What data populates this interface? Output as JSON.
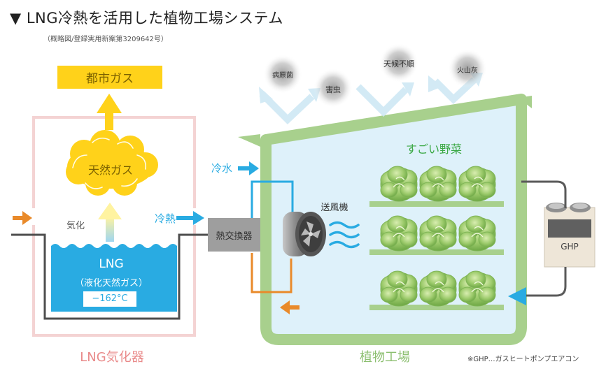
{
  "header": {
    "title": "▼ LNG冷熱を活用した植物工場システム",
    "subtitle": "（概略図/登録実用新案第3209642号）"
  },
  "vaporizer": {
    "city_gas": "都市ガス",
    "natural_gas": "天然ガス",
    "vaporization": "気化",
    "lng": "LNG",
    "lng_full": "（液化天然ガス）",
    "temperature": "−162°C",
    "label": "LNG気化器"
  },
  "flows": {
    "cold_energy": "冷熱",
    "cold_water": "冷水",
    "heat_exchanger": "熱交換器"
  },
  "factory": {
    "label": "植物工場",
    "vegetables": "すごい野菜",
    "blower": "送風機",
    "ghp": "GHP",
    "threats": [
      "病原菌",
      "害虫",
      "天候不順",
      "火山灰"
    ]
  },
  "footnote": "※GHP…ガスヒートポンプエアコン",
  "colors": {
    "city_gas_yellow": "#ffd21a",
    "lng_blue": "#29abe2",
    "factory_green": "#a8d08d",
    "factory_interior": "#def1fa",
    "pipe_orange": "#e98a2a",
    "loop_pink": "#f4d3d3"
  }
}
